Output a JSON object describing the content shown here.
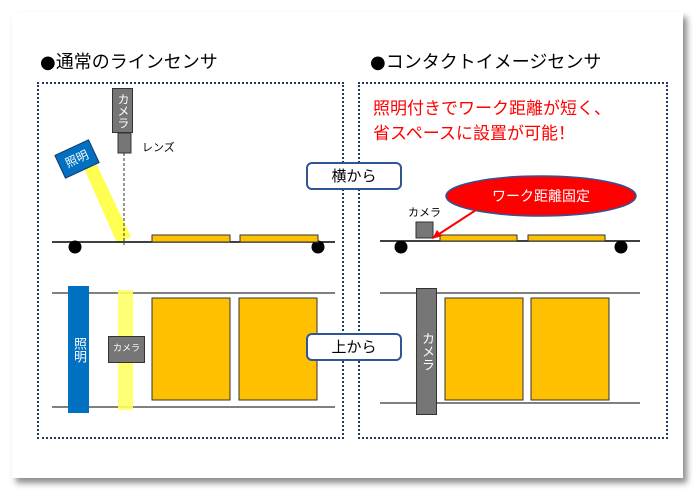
{
  "left": {
    "title": "●通常のラインセンサ",
    "camera": "カメラ",
    "lens": "レンズ",
    "light": "照明",
    "light_top": "照明",
    "camera_top": "カメラ"
  },
  "right": {
    "title": "●コンタクトイメージセンサ",
    "note_line1": "照明付きでワーク距離が短く、",
    "note_line2": "省スペースに設置が可能！",
    "callout": "ワーク距離固定",
    "camera": "カメラ",
    "camera_top": "カメラ"
  },
  "labels": {
    "side_view": "横から",
    "top_view": "上から"
  },
  "colors": {
    "work": "#ffc000",
    "light": "#0070c0",
    "camera": "#767676",
    "beam": "#ffff66",
    "accent": "#ff0000"
  }
}
